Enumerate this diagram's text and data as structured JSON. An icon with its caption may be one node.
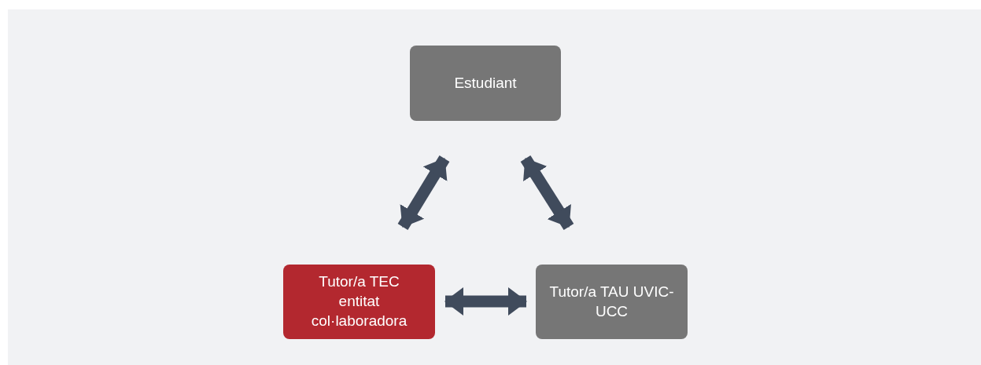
{
  "diagram": {
    "nodes": [
      {
        "text": [
          "Estudiant"
        ]
      },
      {
        "text": [
          "Tutor/a TEC entitat col·laboradora"
        ]
      },
      {
        "text": [
          "Tutor/a TAU UVIC-UCC"
        ]
      }
    ],
    "edges": [
      {
        "from": 1,
        "to": 0,
        "arrow": "both"
      },
      {
        "from": 0,
        "to": 2,
        "arrow": "both"
      },
      {
        "from": 1,
        "to": 2,
        "arrow": "both"
      }
    ]
  }
}
